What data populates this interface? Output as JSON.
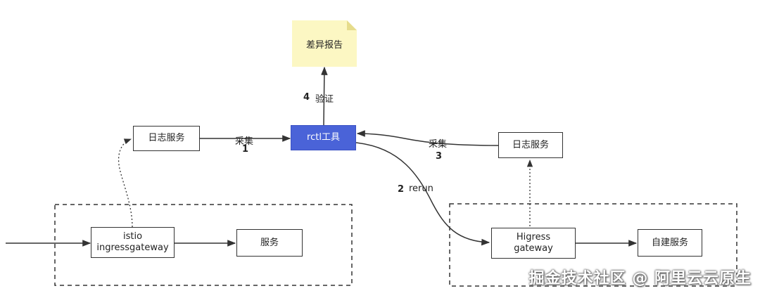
{
  "nodes": {
    "diff_report": "差异报告",
    "rctl_tool": "rctl工具",
    "log_service_left": "日志服务",
    "log_service_right": "日志服务",
    "istio_gateway_line1": "istio",
    "istio_gateway_line2": "ingressgateway",
    "service": "服务",
    "higress_gateway_line1": "Higress",
    "higress_gateway_line2": "gateway",
    "custom_service": "自建服务"
  },
  "edges": {
    "collect_1": {
      "label": "采集",
      "step": "1"
    },
    "rerun_2": {
      "label": "rerun",
      "step": "2"
    },
    "collect_3": {
      "label": "采集",
      "step": "3"
    },
    "verify_4": {
      "label": "验证",
      "step": "4"
    }
  },
  "watermark": "掘金技术社区 @ 阿里云云原生",
  "colors": {
    "rctl_fill": "#4a63d8",
    "note_fill": "#fcf7c3",
    "line": "#333333"
  }
}
